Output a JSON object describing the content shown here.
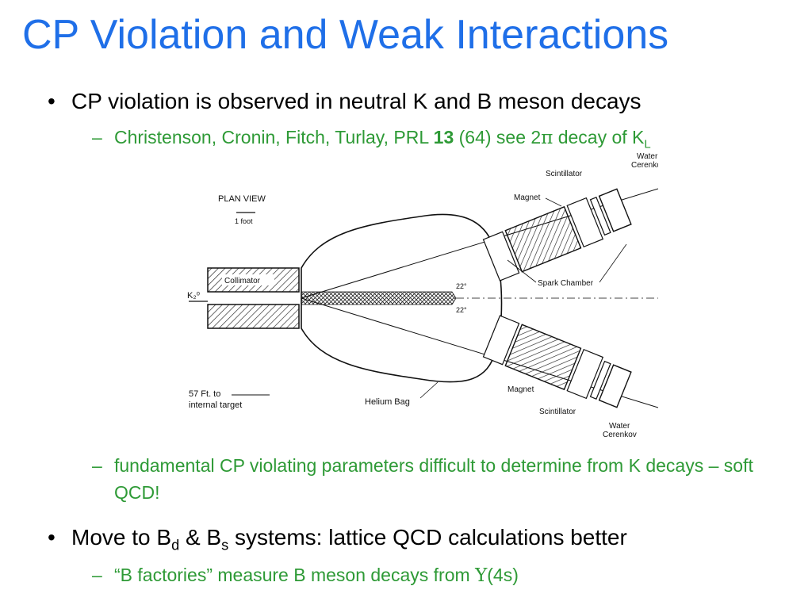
{
  "title": "CP Violation and Weak Interactions",
  "bullet1": {
    "marker": "•",
    "text": "CP violation is observed in neutral K and B meson decays"
  },
  "sub1": {
    "marker": "–",
    "text_pre": "Christenson, Cronin, Fitch, Turlay, PRL ",
    "bold": "13",
    "text_mid": " (64) see 2",
    "pi": "π",
    "text_post": " decay of K",
    "subscript": "L"
  },
  "diagram": {
    "labels": {
      "plan_view": "PLAN VIEW",
      "scale": "1 foot",
      "collimator": "Collimator",
      "beam": "K₂⁰",
      "magnet_top": "Magnet",
      "magnet_bottom": "Magnet",
      "scintillator_top": "Scintillator",
      "scintillator_bottom": "Scintillator",
      "water_top_1": "Water",
      "water_top_2": "Cerenkov",
      "water_bottom_1": "Water",
      "water_bottom_2": "Cerenkov",
      "spark_chamber": "Spark Chamber",
      "angle_top": "22°",
      "angle_bottom": "22°",
      "target_1": "57 Ft. to",
      "target_2": "internal target",
      "helium_bag": "Helium Bag"
    }
  },
  "sub2": {
    "marker": "–",
    "text": "fundamental CP violating parameters difficult to determine from K decays – soft QCD!"
  },
  "bullet2": {
    "marker": "•",
    "text_pre": "Move to B",
    "sub_d": "d",
    "text_mid": " & B",
    "sub_s": "s",
    "text_post": " systems: lattice QCD calculations better"
  },
  "sub3": {
    "marker": "–",
    "text_pre": "“B factories” measure B meson decays from ",
    "upsilon": "Υ",
    "text_post": "(4s)"
  }
}
